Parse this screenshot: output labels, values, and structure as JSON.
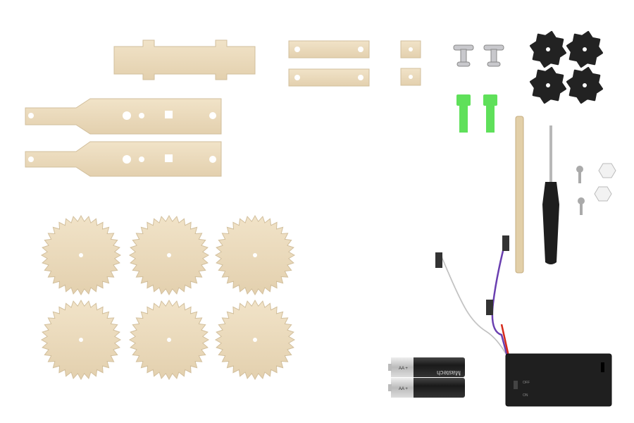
{
  "colors": {
    "wood": "#ecdcc0",
    "wood_edge": "#cdb894",
    "black_plastic": "#222222",
    "green": "#5fe05a",
    "battery_silver": "#d8d8d8",
    "wire_white": "#f2f2f2",
    "wire_purple": "#6a3fb0",
    "wire_red": "#d52a1a"
  },
  "battery": {
    "label": "AA +",
    "brand": "Mastech"
  },
  "battery_box": {
    "switch_on": "ON",
    "switch_off": "OFF"
  },
  "gears": {
    "count": 6,
    "teeth": 32
  },
  "star_wheels": {
    "count": 4
  }
}
